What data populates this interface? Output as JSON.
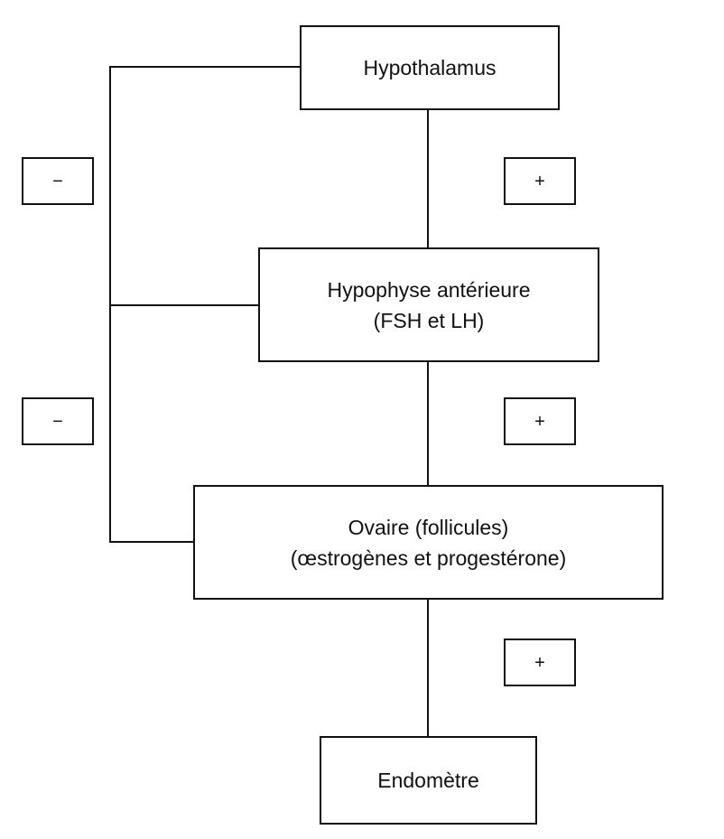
{
  "boxes": {
    "hypothalamus": {
      "line1": "Hypothalamus"
    },
    "pituitary": {
      "line1": "Hypophyse antérieure",
      "line2": "(FSH et LH)"
    },
    "ovary": {
      "line1": "Ovaire (follicules)",
      "line2": "(œstrogènes et progestérone)"
    },
    "endometrium": {
      "line1": "Endomètre"
    }
  },
  "feedback": {
    "left_top": "−",
    "left_bottom": "−",
    "right_top": "+",
    "right_middle": "+",
    "right_bottom": "+"
  }
}
